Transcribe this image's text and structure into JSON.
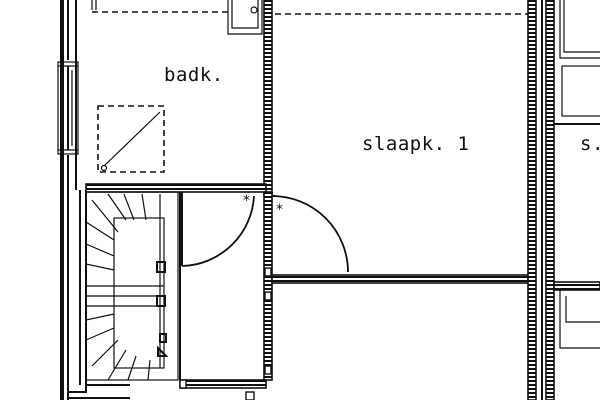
{
  "rooms": {
    "bathroom": "badk.",
    "bedroom1": "slaapk. 1",
    "bedroom_partial": "s."
  },
  "colors": {
    "line": "#111111",
    "background": "#ffffff"
  },
  "icons": {
    "shower": "shower-tray-icon",
    "door_marker": "asterisk-icon"
  }
}
